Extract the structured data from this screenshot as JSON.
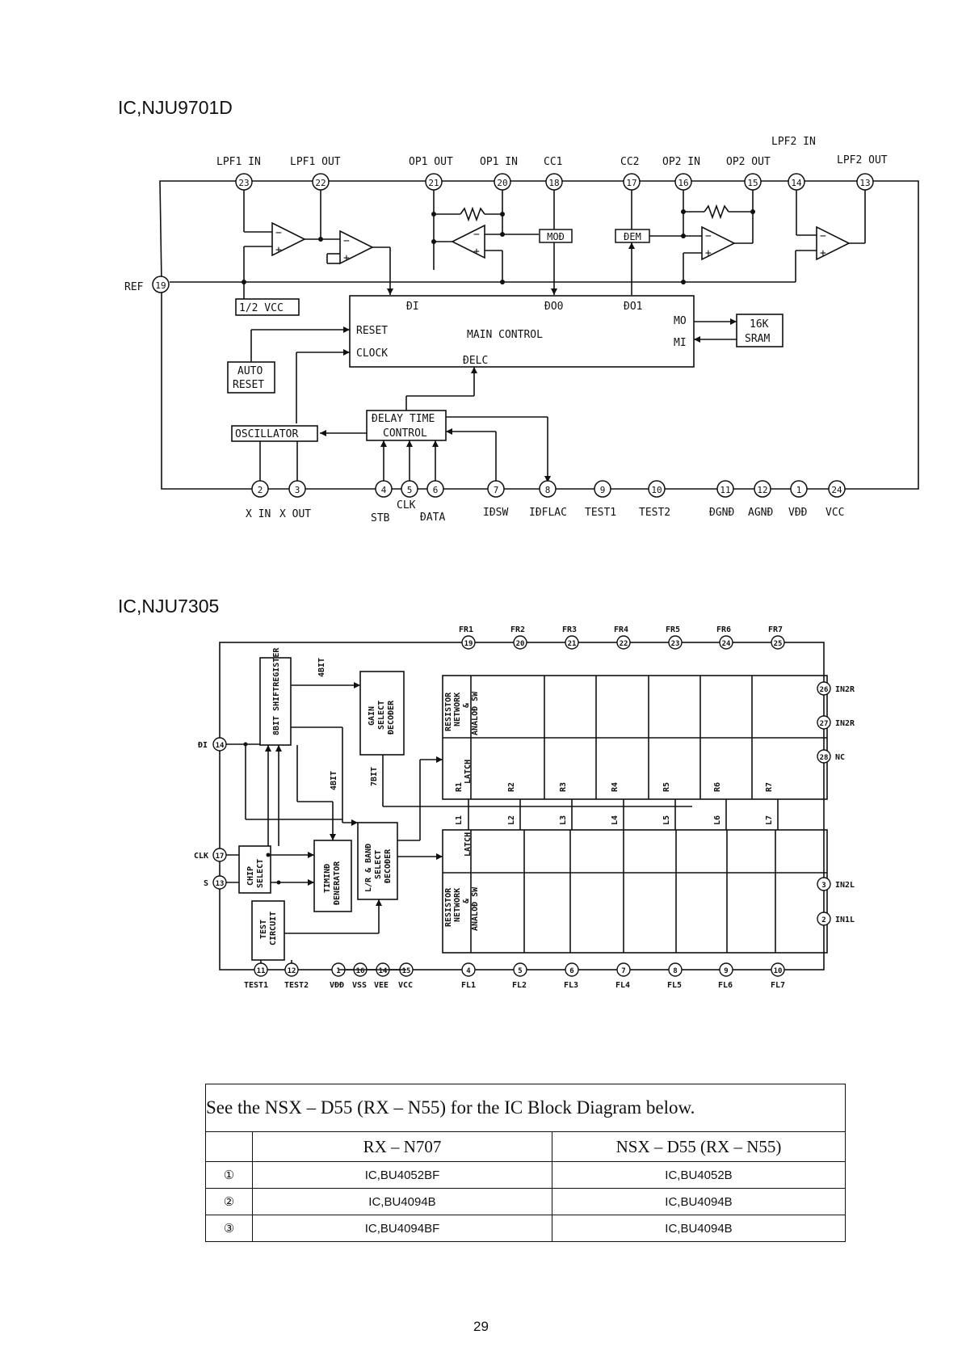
{
  "ic1": {
    "title": "IC,NJU9701D",
    "pins": [
      {
        "num": "23",
        "label": "LPF1  IN"
      },
      {
        "num": "22",
        "label": "LPF1  OUT"
      },
      {
        "num": "21",
        "label": "OP1  OUT"
      },
      {
        "num": "20",
        "label": "OP1  IN"
      },
      {
        "num": "18",
        "label": "CC1"
      },
      {
        "num": "17",
        "label": "CC2"
      },
      {
        "num": "16",
        "label": "OP2  IN"
      },
      {
        "num": "15",
        "label": "OP2  OUT"
      },
      {
        "num": "14",
        "label": "LPF2  IN"
      },
      {
        "num": "13",
        "label": "LPF2  OUT"
      },
      {
        "num": "19",
        "label": "REF"
      },
      {
        "num": "2",
        "label": "X  IN"
      },
      {
        "num": "3",
        "label": "X  OUT"
      },
      {
        "num": "4",
        "label": "STB"
      },
      {
        "num": "5",
        "label": "CLK"
      },
      {
        "num": "6",
        "label": "ÐATA"
      },
      {
        "num": "7",
        "label": "IÐSW"
      },
      {
        "num": "8",
        "label": "IÐFLAC"
      },
      {
        "num": "9",
        "label": "TEST1"
      },
      {
        "num": "10",
        "label": "TEST2"
      },
      {
        "num": "11",
        "label": "ÐGNÐ"
      },
      {
        "num": "12",
        "label": "AGNÐ"
      },
      {
        "num": "1",
        "label": "VÐÐ"
      },
      {
        "num": "24",
        "label": "VCC"
      }
    ],
    "blocks": {
      "half_vcc": "1/2  VCC",
      "main_control": "MAIN  CONTROL",
      "reset": "RESET",
      "clock": "CLOCK",
      "di": "ÐI",
      "do0": "ÐO0",
      "do1": "ÐO1",
      "delc": "ÐELC",
      "mo": "MO",
      "mi": "MI",
      "sram_1": "16K",
      "sram_2": "SRAM",
      "auto_reset_1": "AUTO",
      "auto_reset_2": "RESET",
      "oscillator": "OSCILLATOR",
      "delay_1": "ÐELAY  TIME",
      "delay_2": "CONTROL",
      "mod": "MOÐ",
      "dem": "ÐEM"
    }
  },
  "ic2": {
    "title": "IC,NJU7305",
    "top_pins": [
      {
        "num": "19",
        "label": "FR1"
      },
      {
        "num": "20",
        "label": "FR2"
      },
      {
        "num": "21",
        "label": "FR3"
      },
      {
        "num": "22",
        "label": "FR4"
      },
      {
        "num": "23",
        "label": "FR5"
      },
      {
        "num": "24",
        "label": "FR6"
      },
      {
        "num": "25",
        "label": "FR7"
      }
    ],
    "bottom_pins": [
      {
        "num": "4",
        "label": "FL1"
      },
      {
        "num": "5",
        "label": "FL2"
      },
      {
        "num": "6",
        "label": "FL3"
      },
      {
        "num": "7",
        "label": "FL4"
      },
      {
        "num": "8",
        "label": "FL5"
      },
      {
        "num": "9",
        "label": "FL6"
      },
      {
        "num": "10",
        "label": "FL7"
      }
    ],
    "right_pins": [
      {
        "num": "26",
        "label": "IN2R"
      },
      {
        "num": "27",
        "label": "IN2R"
      },
      {
        "num": "28",
        "label": "NC"
      },
      {
        "num": "3",
        "label": "IN2L"
      },
      {
        "num": "2",
        "label": "IN1L"
      }
    ],
    "left_pins": [
      {
        "num": "14",
        "label": "ÐI"
      },
      {
        "num": "17",
        "label": "CLK"
      },
      {
        "num": "13",
        "label": "S"
      }
    ],
    "misc_pins": [
      {
        "num": "11",
        "label": "TEST1"
      },
      {
        "num": "12",
        "label": "TEST2"
      },
      {
        "num": "1",
        "label": "VÐÐ"
      },
      {
        "num": "16",
        "label": "VSS"
      },
      {
        "num": "14",
        "label": "VEE"
      },
      {
        "num": "15",
        "label": "VCC"
      }
    ],
    "blocks": {
      "shift_register": "8BIT SHIFTREGISTER",
      "bits_4a": "4BIT",
      "bits_4b": "4BIT",
      "bits_7": "7BIT",
      "gain_1": "GAIN",
      "gain_2": "SELECT",
      "gain_3": "ÐECOÐER",
      "lr_1": "L/R & BANÐ",
      "lr_2": "SELECT",
      "lr_3": "ÐECOÐER",
      "chip_1": "CHIP",
      "chip_2": "SELECT",
      "timing_1": "TIMINÐ",
      "timing_2": "ÐENERATOR",
      "test_1": "TEST",
      "test_2": "CIRCUIT",
      "latch": "LATCH",
      "res_1": "RESISTOR",
      "res_2": "NETWORK",
      "res_3": "&",
      "res_4": "ANALOÐ SW"
    },
    "r_labels": [
      "R1",
      "R2",
      "R3",
      "R4",
      "R5",
      "R6",
      "R7"
    ],
    "l_labels": [
      "L1",
      "L2",
      "L3",
      "L4",
      "L5",
      "L6",
      "L7"
    ]
  },
  "note_table": {
    "heading": "See  the  NSX – D55  (RX – N55)  for  the  IC  Block  Diagram  below.",
    "col1": "RX – N707",
    "col2": "NSX – D55  (RX – N55)",
    "rows": [
      {
        "mark": "①",
        "a": "IC,BU4052BF",
        "b": "IC,BU4052B"
      },
      {
        "mark": "②",
        "a": "IC,BU4094B",
        "b": "IC,BU4094B"
      },
      {
        "mark": "③",
        "a": "IC,BU4094BF",
        "b": "IC,BU4094B"
      }
    ]
  },
  "page_number": "29"
}
